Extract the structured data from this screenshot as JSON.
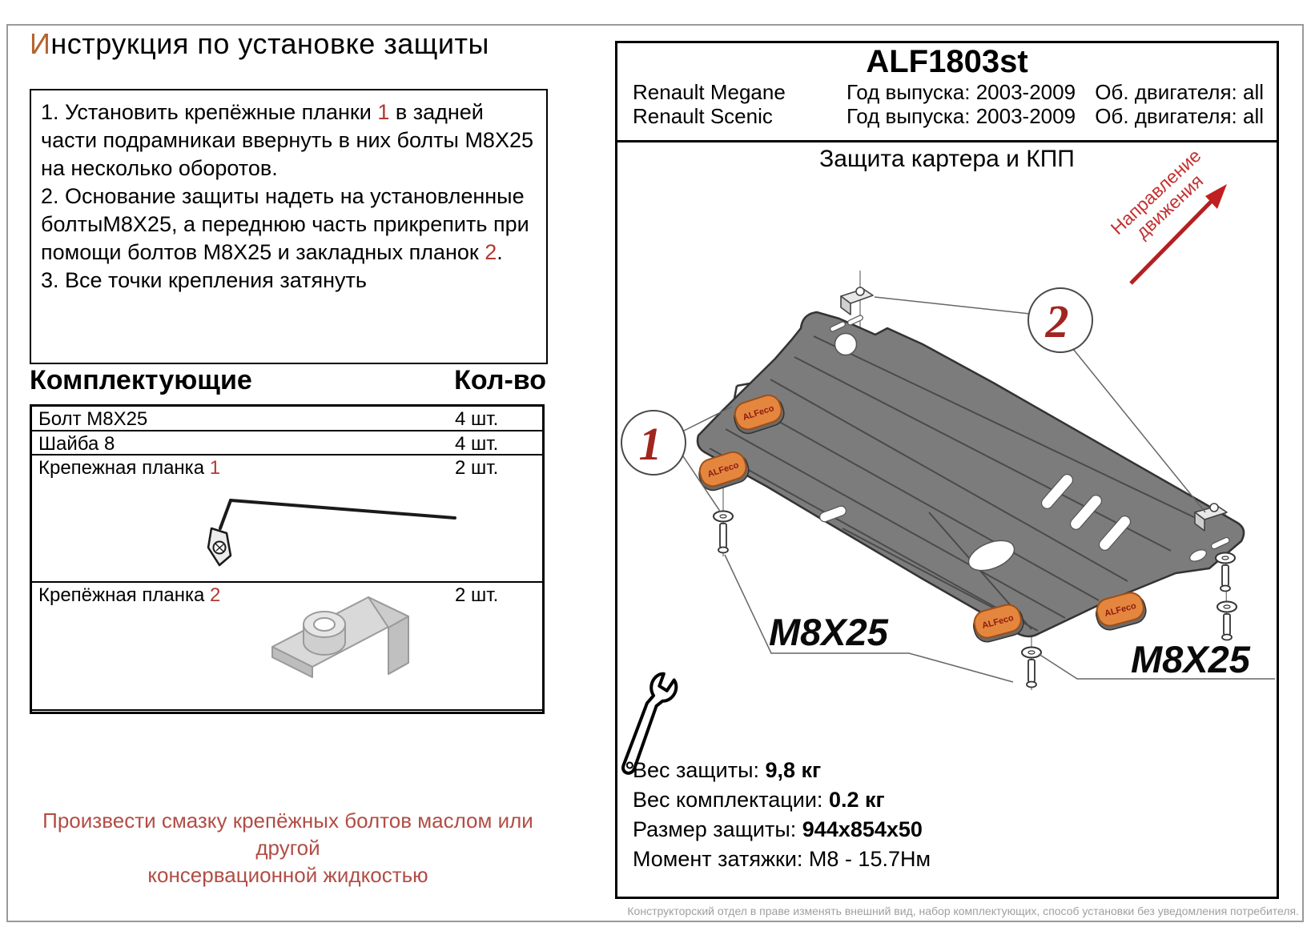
{
  "title": {
    "accent": "И",
    "rest": "нструкция по установке защиты"
  },
  "instructions": {
    "item1_pre": "1. Установить крепёжные планки ",
    "item1_num": "1",
    "item1_post": " в задней части подрамникаи ввернуть в них болты М8Х25 на несколько оборотов.",
    "item2_pre": "2. Основание защиты надеть на установленные болтыМ8Х25, а переднюю часть прикрепить при помощи болтов М8Х25 и закладных планок ",
    "item2_num": "2",
    "item2_post": ".",
    "item3": "3. Все точки крепления затянуть"
  },
  "parts": {
    "header_name": "Комплектующие",
    "header_qty": "Кол-во",
    "rows": [
      {
        "name": "Болт М8Х25",
        "num": "",
        "qty": "4 шт."
      },
      {
        "name": "Шайба 8",
        "num": "",
        "qty": "4 шт."
      },
      {
        "name": "Крепежная планка ",
        "num": "1",
        "qty": "2 шт."
      },
      {
        "name": "Крепёжная планка ",
        "num": "2",
        "qty": "2 шт."
      }
    ]
  },
  "note_line1": "Произвести смазку крепёжных болтов маслом или другой",
  "note_line2": "консервационной жидкостью",
  "product": {
    "code": "ALF1803st",
    "models": [
      {
        "name": "Renault Megane",
        "year": "Год выпуска: 2003-2009",
        "engine": "Об. двигателя: all"
      },
      {
        "name": "Renault Scenic",
        "year": "Год выпуска: 2003-2009",
        "engine": "Об. двигателя: all"
      }
    ],
    "diagram_title": "Защита картера и КПП"
  },
  "diagram": {
    "direction_line1": "Направление",
    "direction_line2": "движения",
    "callout1": "1",
    "callout2": "2",
    "bolt_label_left": "M8X25",
    "bolt_label_right": "M8X25",
    "brand": "ALFeco"
  },
  "specs": {
    "weight_label": "Вес защиты: ",
    "weight_value": "9,8 кг",
    "kit_label": "Вес комплектации: ",
    "kit_value": "0.2 кг",
    "size_label": "Размер защиты: ",
    "size_value": "944x854x50",
    "torque_label": "Момент затяжки:  ",
    "torque_value": "М8 - 15.7Нм"
  },
  "footer": "Конструкторский отдел в праве изменять внешний вид, набор комплектующих, способ установки без уведомления потребителя.",
  "colors": {
    "accent_red": "#b03a30",
    "title_accent": "#b4632f",
    "pad_orange": "#e5863f",
    "plate_gray": "#7c7c7c",
    "arrow_red": "#c02020",
    "note_red": "#b14d45"
  }
}
